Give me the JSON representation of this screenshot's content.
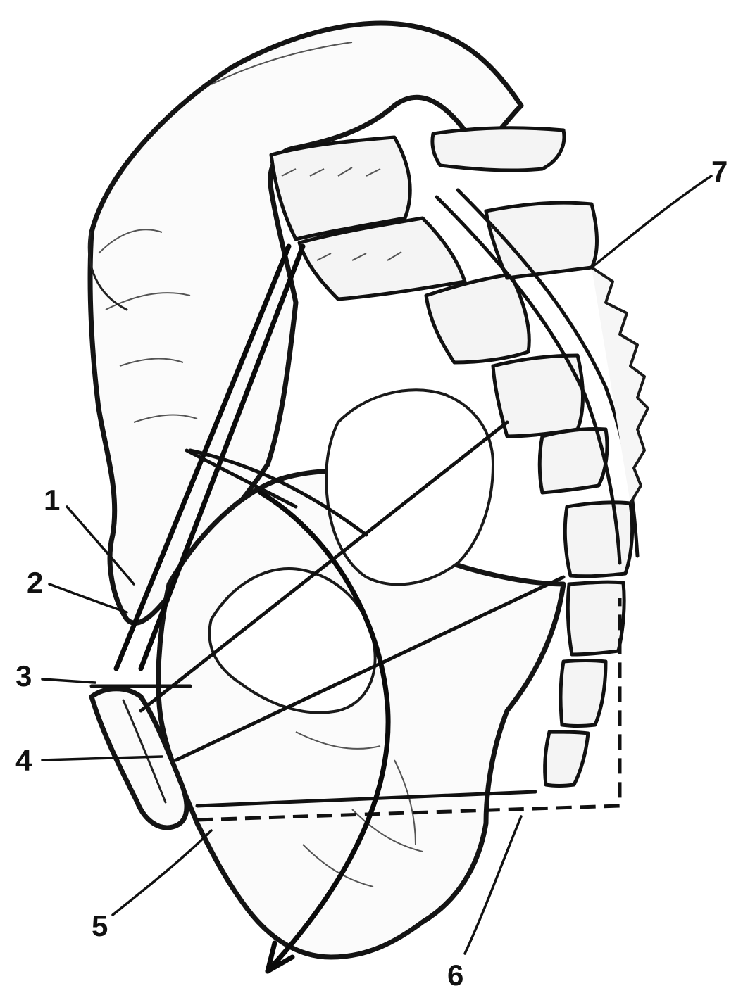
{
  "labels": {
    "l1": "1",
    "l2": "2",
    "l3": "3",
    "l4": "4",
    "l5": "5",
    "l6": "6",
    "l7": "7"
  },
  "colors": {
    "ink": "#111111",
    "paper": "#ffffff"
  }
}
